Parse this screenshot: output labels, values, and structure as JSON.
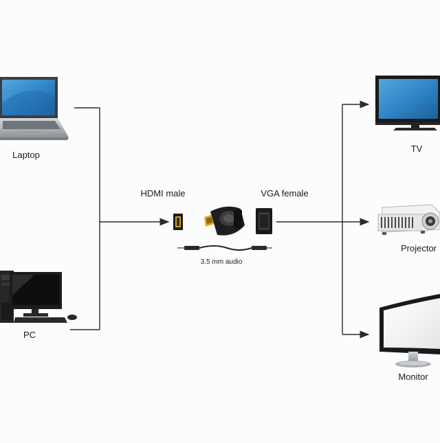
{
  "labels": {
    "laptop": "Laptop",
    "pc": "PC",
    "hdmi_male": "HDMI male",
    "vga_female": "VGA female",
    "audio": "3.5 mm audio",
    "tv": "TV",
    "projector": "Projector",
    "monitor": "Monitor"
  },
  "colors": {
    "line": "#2b2b2b",
    "screen": "#2f86c8",
    "device_dark": "#1c1c1c",
    "device_silver": "#b9bcc0",
    "adapter_gold": "#e0a81e"
  }
}
